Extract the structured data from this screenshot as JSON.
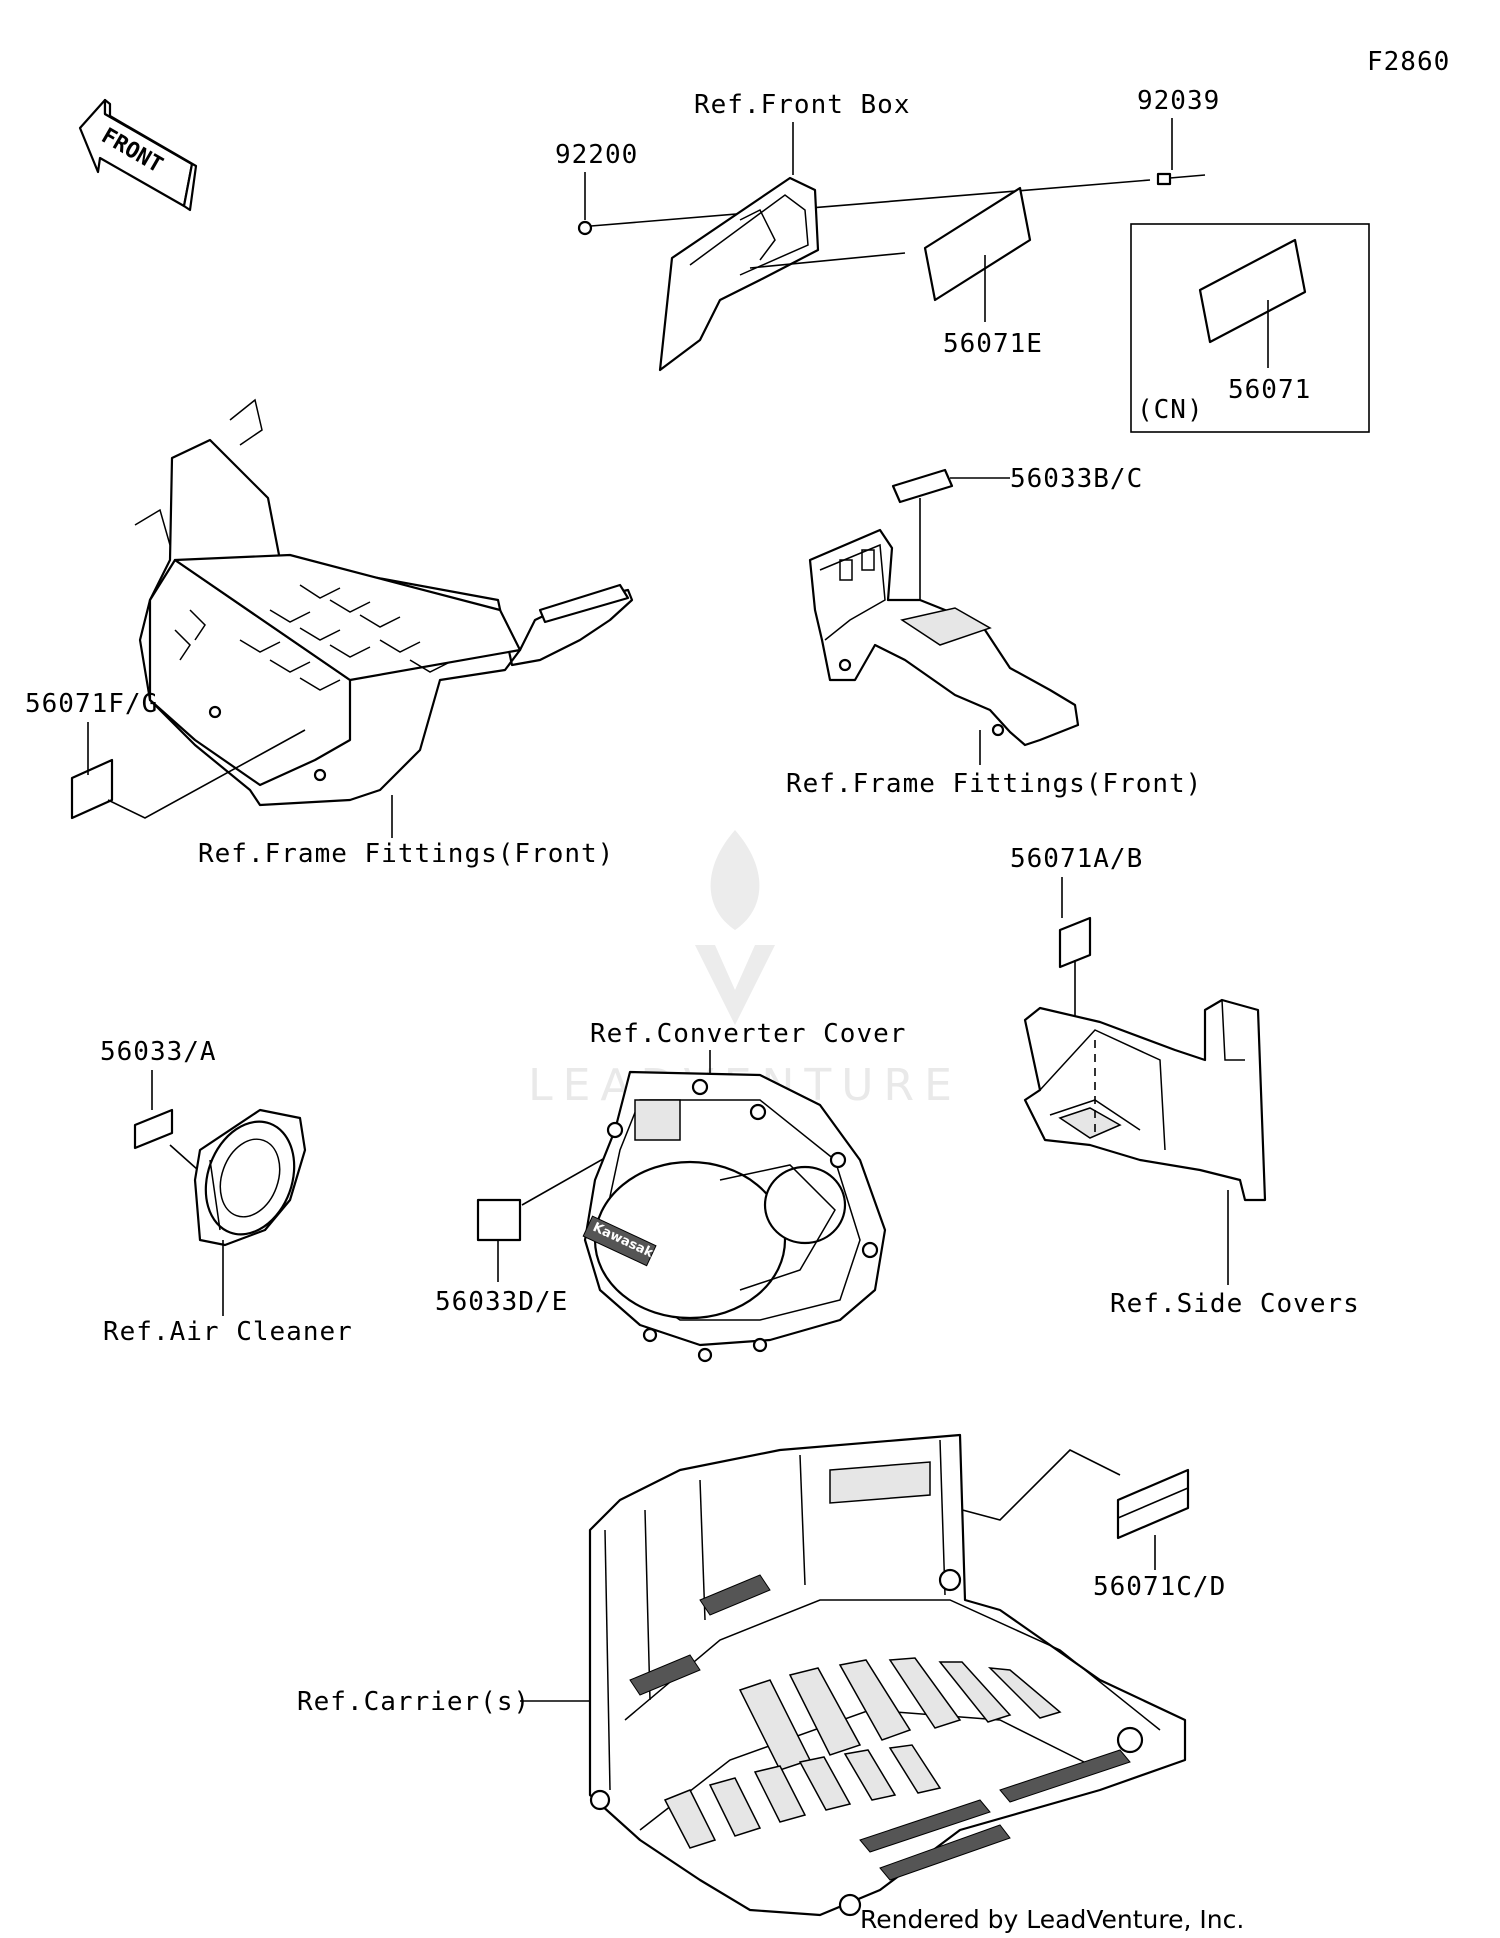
{
  "figure_code": "F2860",
  "front_arrow": "FRONT",
  "watermark": "LEADVENTURE",
  "labels": {
    "part_92200": "92200",
    "part_92039": "92039",
    "ref_front_box": "Ref.Front Box",
    "part_56071E": "56071E",
    "region_cn": "(CN)",
    "part_56071": "56071",
    "part_56033BC": "56033B/C",
    "part_56071FG": "56071F/G",
    "ref_frame_fittings_front_left": "Ref.Frame Fittings(Front)",
    "ref_frame_fittings_front_right": "Ref.Frame Fittings(Front)",
    "part_56071AB": "56071A/B",
    "part_56033A": "56033/A",
    "ref_converter_cover": "Ref.Converter Cover",
    "ref_air_cleaner": "Ref.Air Cleaner",
    "part_56033DE": "56033D/E",
    "ref_side_covers": "Ref.Side Covers",
    "part_56071CD": "56071C/D",
    "ref_carriers": "Ref.Carrier(s)"
  },
  "emblem_text": "Kawasaki",
  "credit": "Rendered by LeadVenture, Inc."
}
